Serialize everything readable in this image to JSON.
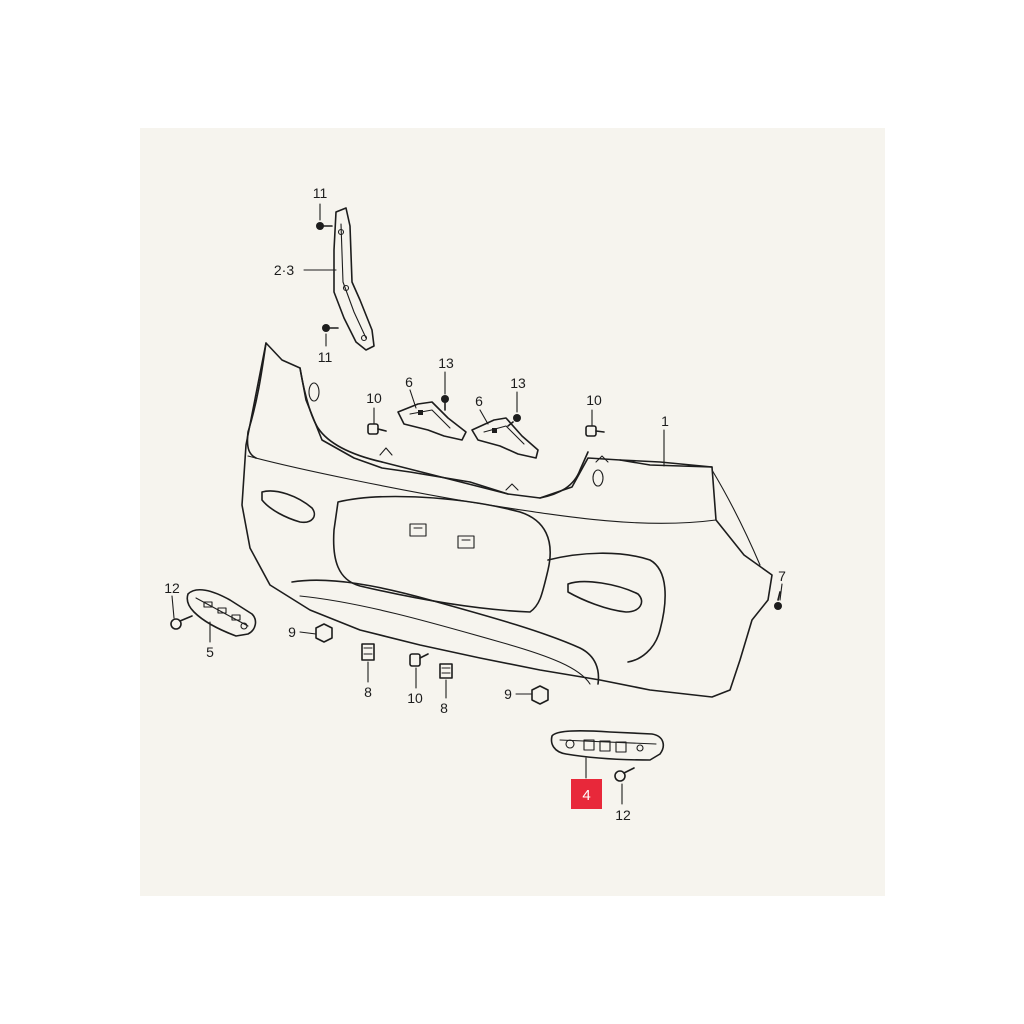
{
  "callouts": {
    "c1": "1",
    "c2_3": "2·3",
    "c4": "4",
    "c5": "5",
    "c6a": "6",
    "c6b": "6",
    "c7": "7",
    "c8a": "8",
    "c8b": "8",
    "c9a": "9",
    "c9b": "9",
    "c10a": "10",
    "c10b": "10",
    "c10c": "10",
    "c11a": "11",
    "c11b": "11",
    "c12a": "12",
    "c12b": "12",
    "c13a": "13",
    "c13b": "13"
  },
  "highlight": {
    "part": "4",
    "color": "#e8283a"
  },
  "colors": {
    "line": "#1d1d1d",
    "paper": "#f6f4ee"
  }
}
